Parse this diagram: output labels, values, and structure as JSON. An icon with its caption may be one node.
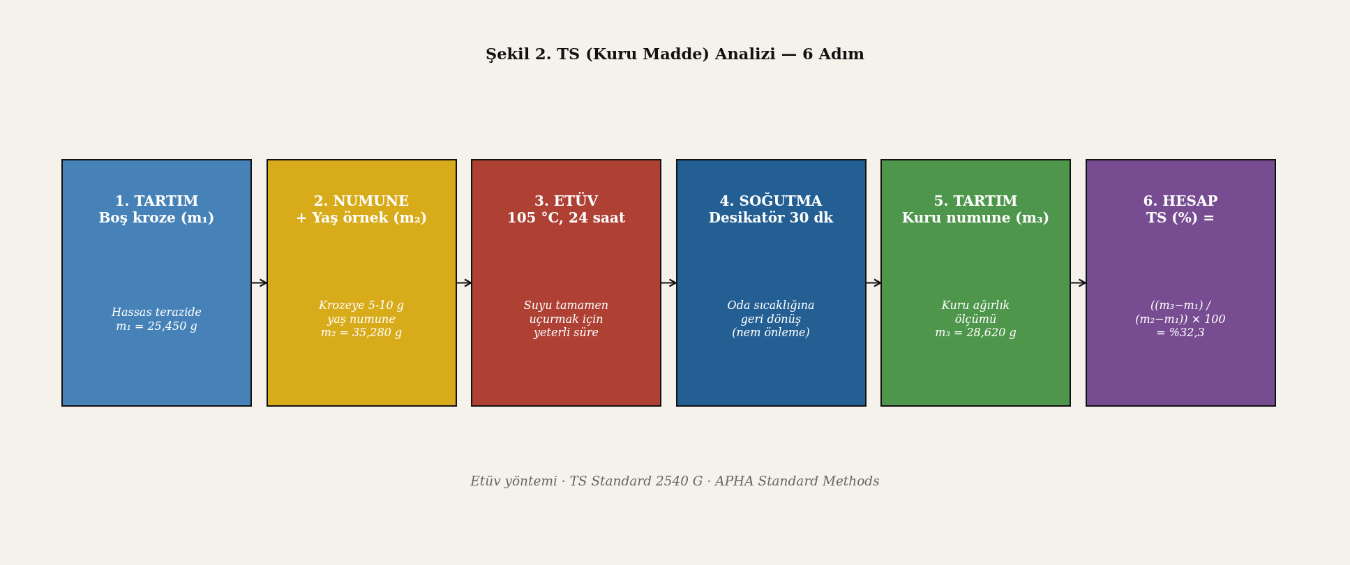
{
  "diagram": {
    "title": "Şekil 2. TS (Kuru Madde) Analizi — 6 Adım",
    "caption": "Etüv yöntemi · TS Standard 2540 G · APHA Standard Methods",
    "nodes": [
      {
        "text": [
          "1. TARTIM Boş kroze (m₁)",
          "Hassas terazide m₁ = 25,450 g"
        ]
      },
      {
        "text": [
          "2. NUMUNE + Yaş örnek (m₂)",
          "Krozeye 5-10 g yaş numune m₂ = 35,280 g"
        ]
      },
      {
        "text": [
          "3. ETÜV 105 °C, 24 saat",
          "Suyu tamamen uçurmak için yeterli süre"
        ]
      },
      {
        "text": [
          "4. SOĞUTMA Desikatör 30 dk",
          "Oda sıcaklığına geri dönüş (nem önleme)"
        ]
      },
      {
        "text": [
          "5. TARTIM Kuru numune (m₃)",
          "Kuru ağırlık ölçümü m₃ = 28,620 g"
        ]
      },
      {
        "text": [
          "6. HESAP TS (%) =",
          "((m₃−m₁) / (m₂−m₁)) × 100 = %32,3"
        ]
      }
    ],
    "edges": [
      {
        "from": 0,
        "to": 1,
        "arrow": "to"
      },
      {
        "from": 1,
        "to": 2,
        "arrow": "to"
      },
      {
        "from": 2,
        "to": 3,
        "arrow": "to"
      },
      {
        "from": 3,
        "to": 4,
        "arrow": "to"
      },
      {
        "from": 4,
        "to": 5,
        "arrow": "to"
      }
    ]
  }
}
